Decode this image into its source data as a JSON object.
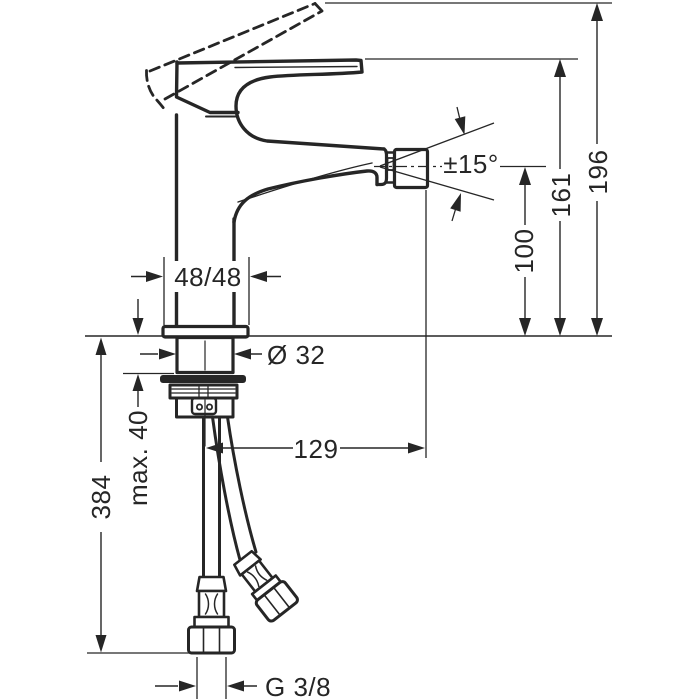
{
  "figure": {
    "type": "technical line drawing",
    "line_color": "#262626",
    "background_color": "#ffffff"
  },
  "dimensions": {
    "overall_height": "196",
    "handle_height": "161",
    "spout_height": "100",
    "spout_swivel_angle": "±15°",
    "base_footprint": "48/48",
    "shank_diameter": "Ø 32",
    "max_deck_thickness": "max. 40",
    "spout_reach": "129",
    "hose_drop_length": "384",
    "supply_connection": "G 3/8"
  }
}
